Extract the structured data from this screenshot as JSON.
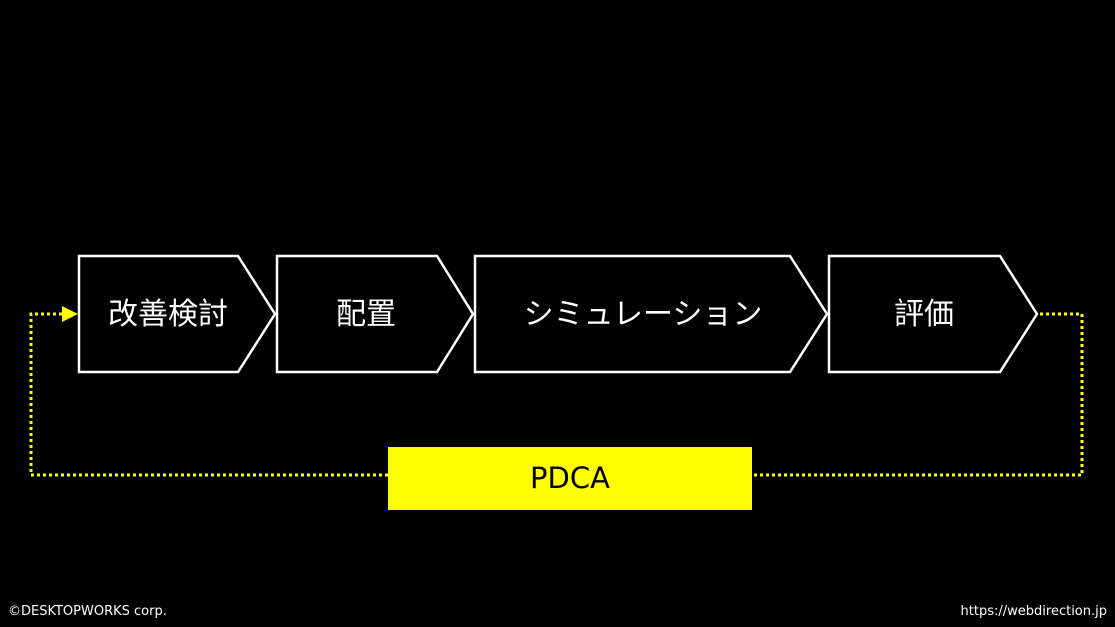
{
  "steps": [
    {
      "label": "改善検討"
    },
    {
      "label": "配置"
    },
    {
      "label": "シミュレーション"
    },
    {
      "label": "評価"
    }
  ],
  "cycle": {
    "label": "PDCA",
    "color": "#ffff00"
  },
  "footer": {
    "copyright": "©DESKTOPWORKS corp.",
    "url": "https://webdirection.jp"
  },
  "colors": {
    "background": "#000000",
    "stroke": "#ffffff",
    "accent": "#ffff00"
  }
}
